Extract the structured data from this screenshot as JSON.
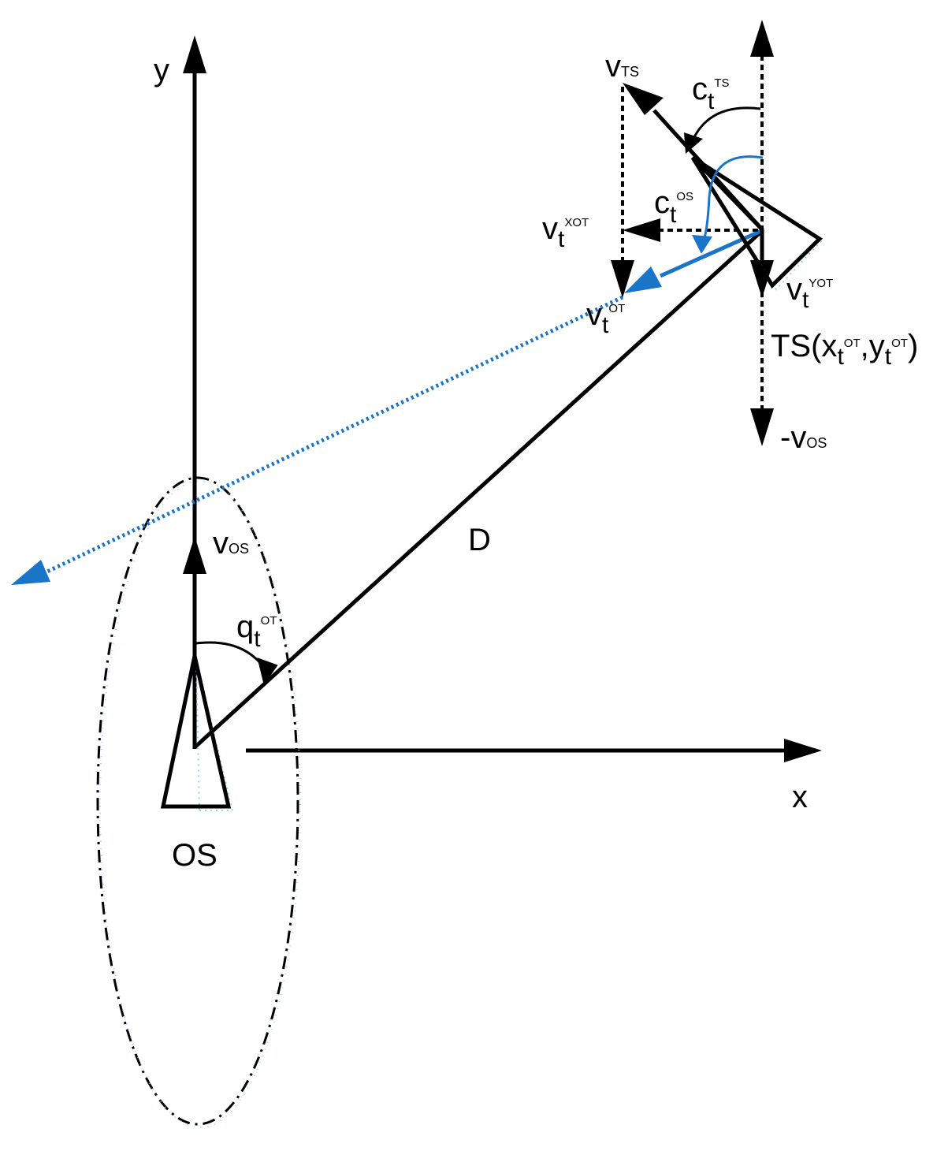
{
  "labels": {
    "x_axis": "x",
    "y_axis": "y",
    "own_ship": "OS",
    "distance": "D",
    "v_os_main": "v",
    "v_os_sub": "OS",
    "q_main": "q",
    "q_sub": "t",
    "q_sup": "OT",
    "v_ts_main": "v",
    "v_ts_sub": "TS",
    "c_ts_main": "c",
    "c_ts_sub": "t",
    "c_ts_sup": "TS",
    "c_os_main": "c",
    "c_os_sub": "t",
    "c_os_sup": "OS",
    "vx_main": "v",
    "vx_sub": "t",
    "vx_sup": "XOT",
    "vy_main": "v",
    "vy_sub": "t",
    "vy_sup": "YOT",
    "vrel_main": "v",
    "vrel_sub": "t",
    "vrel_sup": "OT",
    "ts_prefix": "TS(x",
    "ts_sub1": "t",
    "ts_sup1": "OT",
    "ts_mid": ",y",
    "ts_sub2": "t",
    "ts_sup2": "OT",
    "ts_close": ")",
    "neg_vos_main": "-v",
    "neg_vos_sub": "OS"
  },
  "colors": {
    "line": "#000000",
    "relative_motion": "#1a75c8",
    "hull_shading": "#8fd3ee"
  }
}
